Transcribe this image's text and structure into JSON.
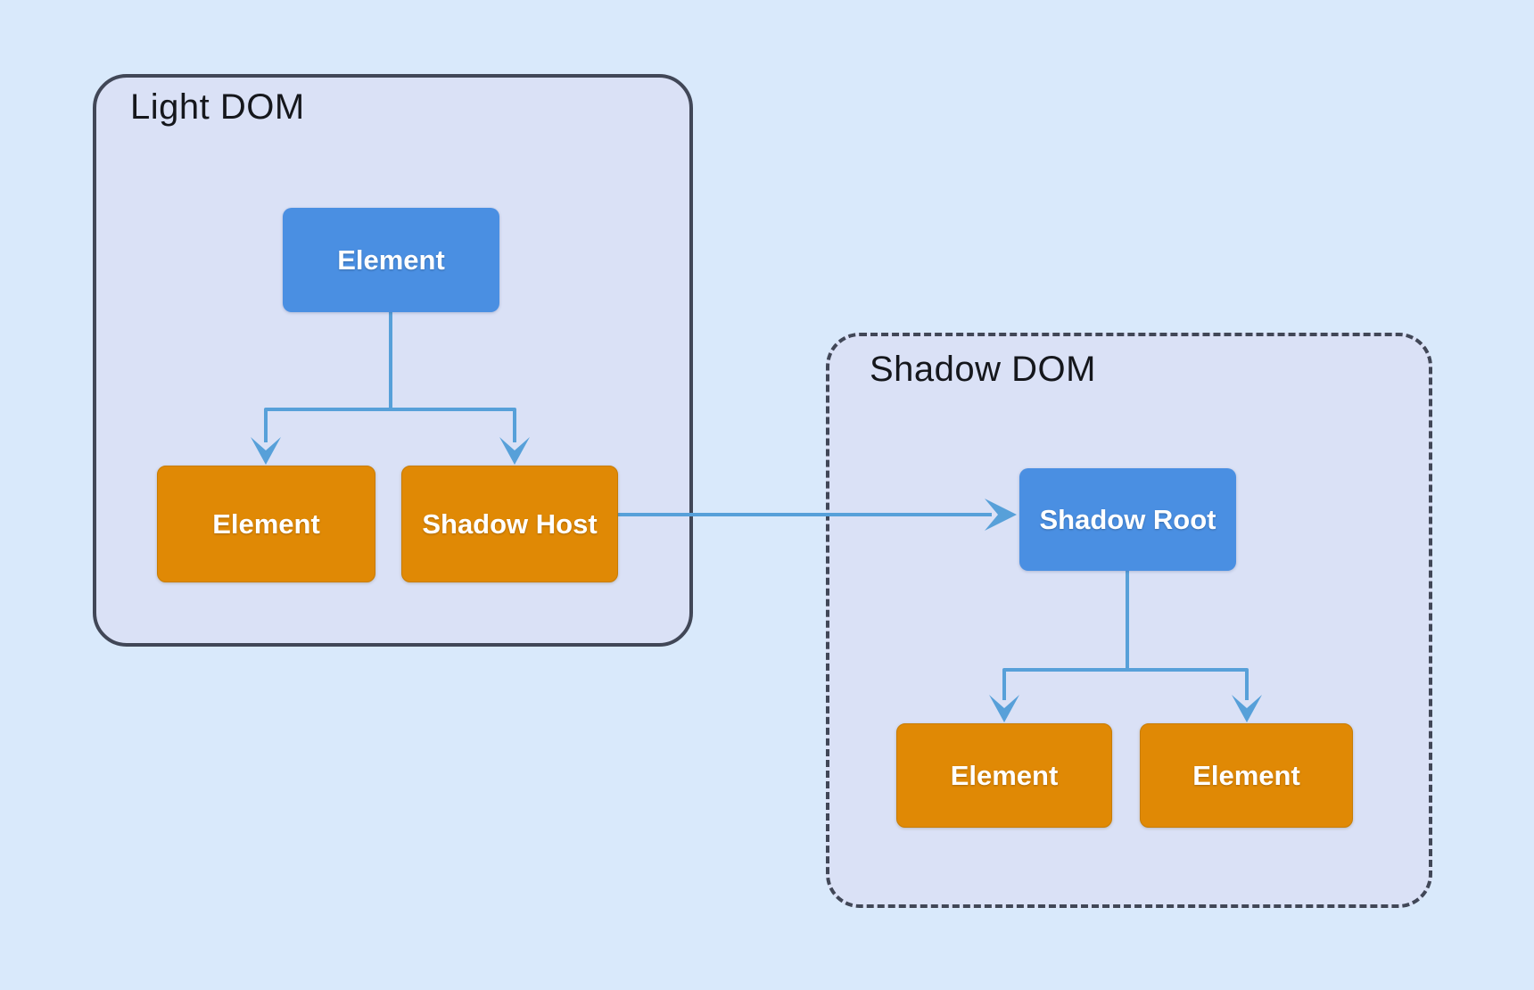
{
  "diagram": {
    "light_dom": {
      "title": "Light DOM",
      "root_box": {
        "label": "Element"
      },
      "children": [
        {
          "label": "Element"
        },
        {
          "label": "Shadow Host"
        }
      ]
    },
    "shadow_dom": {
      "title": "Shadow DOM",
      "root_box": {
        "label": "Shadow Root"
      },
      "children": [
        {
          "label": "Element"
        },
        {
          "label": "Element"
        }
      ]
    },
    "colors": {
      "page_background": "#d9e9fb",
      "container_fill": "#dae1f6",
      "container_border": "#414757",
      "blue_node": "#4a8fe2",
      "orange_node": "#e08905",
      "connector": "#57a0d9",
      "title_text": "#15171c",
      "node_text": "#ffffff"
    }
  }
}
